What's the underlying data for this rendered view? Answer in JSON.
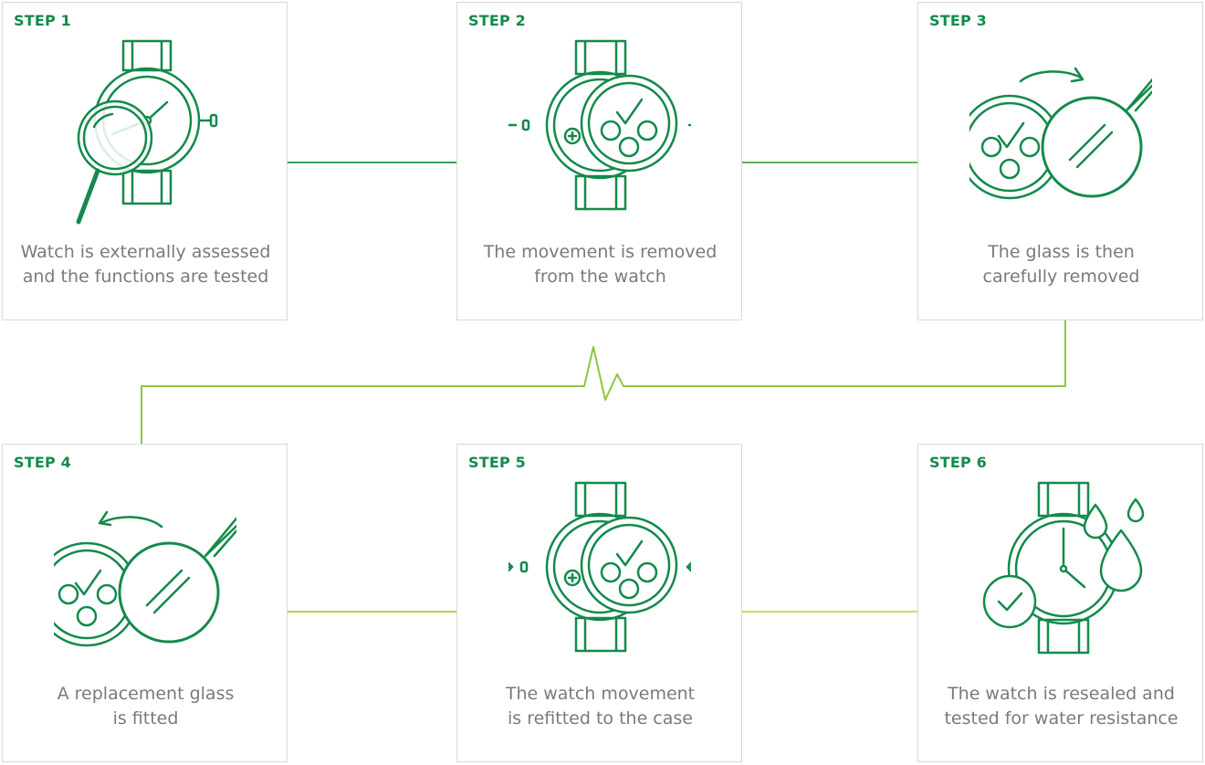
{
  "colors": {
    "accent_green": "#138a4b",
    "light_green": "#8cc63f",
    "yellow_green": "#c8d84a",
    "text_gray": "#7a7a7a",
    "border_gray": "#d9d9d9"
  },
  "steps": [
    {
      "label": "STEP 1",
      "lines": [
        "Watch is externally assessed",
        "and the functions are tested"
      ],
      "icon": "magnifier-watch-icon"
    },
    {
      "label": "STEP 2",
      "lines": [
        "The movement is removed",
        "from the watch"
      ],
      "icon": "movement-removal-icon"
    },
    {
      "label": "STEP 3",
      "lines": [
        "The glass is then",
        "carefully removed"
      ],
      "icon": "glass-removal-icon"
    },
    {
      "label": "STEP 4",
      "lines": [
        "A replacement glass",
        "is fitted"
      ],
      "icon": "glass-fitting-icon"
    },
    {
      "label": "STEP 5",
      "lines": [
        "The watch movement",
        "is refitted to the case"
      ],
      "icon": "movement-refit-icon"
    },
    {
      "label": "STEP 6",
      "lines": [
        "The watch is resealed and",
        "tested for water resistance"
      ],
      "icon": "water-resistance-icon"
    }
  ]
}
